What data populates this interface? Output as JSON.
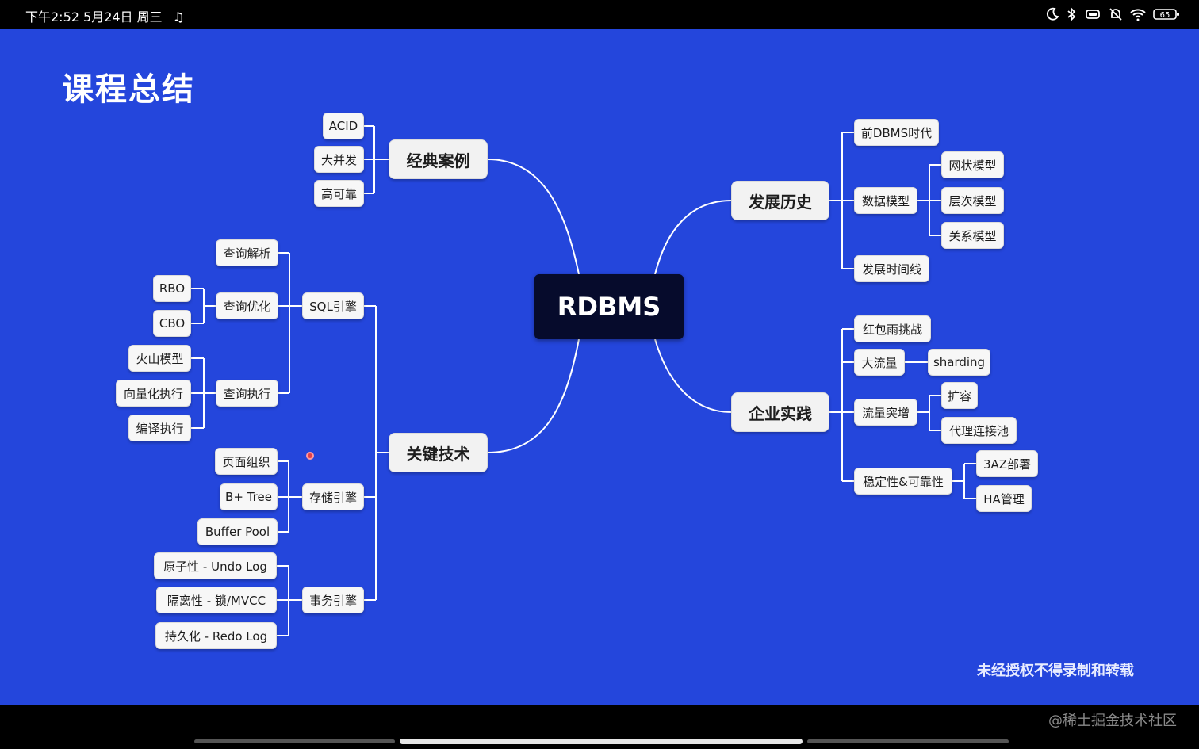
{
  "status_bar": {
    "time_date": "下午2:52  5月24日 周三",
    "battery_level": "65",
    "icons": [
      "tiktok-icon",
      "moon-icon",
      "bluetooth-icon",
      "vibrate-icon",
      "mute-icon",
      "wifi-icon",
      "battery-icon"
    ]
  },
  "slide": {
    "title": "课程总结",
    "watermark": "未经授权不得录制和转载"
  },
  "mindmap": {
    "root": "RDBMS",
    "classic_cases": {
      "label": "经典案例",
      "children": [
        "ACID",
        "大并发",
        "高可靠"
      ]
    },
    "key_tech": {
      "label": "关键技术",
      "sql_engine": {
        "label": "SQL引擎",
        "query_parse": "查询解析",
        "query_opt": {
          "label": "查询优化",
          "children": [
            "RBO",
            "CBO"
          ]
        },
        "query_exec": {
          "label": "查询执行",
          "children": [
            "火山模型",
            "向量化执行",
            "编译执行"
          ]
        }
      },
      "storage_engine": {
        "label": "存储引擎",
        "children": [
          "页面组织",
          "B+ Tree",
          "Buffer Pool"
        ]
      },
      "txn_engine": {
        "label": "事务引擎",
        "children": [
          "原子性 - Undo Log",
          "隔离性 - 锁/MVCC",
          "持久化 - Redo Log"
        ]
      }
    },
    "history": {
      "label": "发展历史",
      "pre_dbms": "前DBMS时代",
      "data_model": {
        "label": "数据模型",
        "children": [
          "网状模型",
          "层次模型",
          "关系模型"
        ]
      },
      "timeline": "发展时间线"
    },
    "enterprise": {
      "label": "企业实践",
      "red_packet": "红包雨挑战",
      "big_traffic": {
        "label": "大流量",
        "child": "sharding"
      },
      "traffic_surge": {
        "label": "流量突增",
        "children": [
          "扩容",
          "代理连接池"
        ]
      },
      "stability": {
        "label": "稳定性&可靠性",
        "children": [
          "3AZ部署",
          "HA管理"
        ]
      }
    }
  },
  "footer": {
    "site_watermark": "@稀土掘金技术社区",
    "playback_progress": 0.5
  },
  "colors": {
    "slide_bg": "#2446dc",
    "node_bg": "#f7f7f7",
    "root_bg": "#060b2c",
    "line": "#ffffff"
  }
}
